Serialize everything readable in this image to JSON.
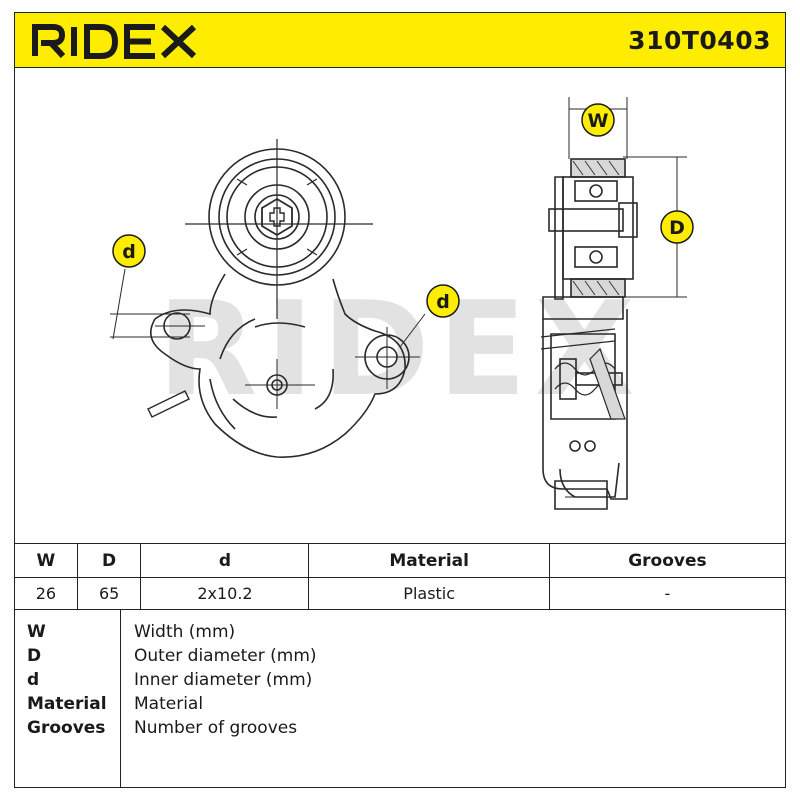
{
  "header": {
    "brand": "RIDEX",
    "part_number": "310T0403",
    "accent_color": "#ffed00"
  },
  "drawing": {
    "watermark": "RIDEX",
    "dimension_labels": {
      "width": "W",
      "outer_diameter": "D",
      "inner_diameter_left": "d",
      "inner_diameter_right": "d"
    }
  },
  "specs": {
    "headers": [
      "W",
      "D",
      "d",
      "Material",
      "Grooves"
    ],
    "values": [
      "26",
      "65",
      "2x10.2",
      "Plastic",
      "-"
    ]
  },
  "legend": [
    {
      "key": "W",
      "label": "Width (mm)"
    },
    {
      "key": "D",
      "label": "Outer diameter (mm)"
    },
    {
      "key": "d",
      "label": "Inner diameter (mm)"
    },
    {
      "key": "Material",
      "label": "Material"
    },
    {
      "key": "Grooves",
      "label": "Number of grooves"
    }
  ]
}
